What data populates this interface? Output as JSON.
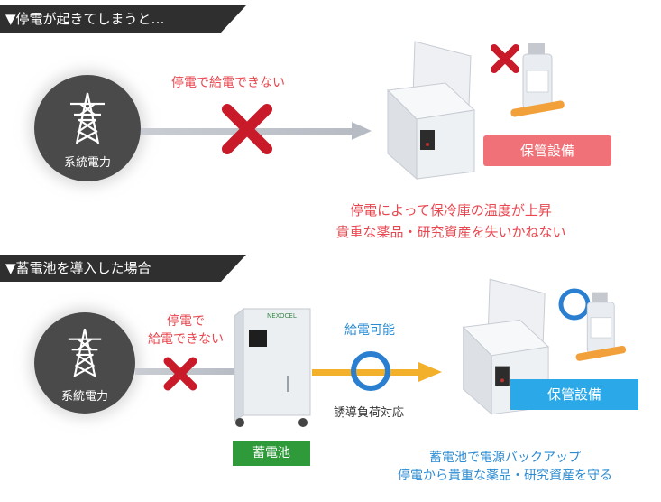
{
  "scenario1": {
    "header": "▼停電が起きてしまうと…",
    "grid_label": "系統電力",
    "no_supply": "停電で給電できない",
    "storage_badge": "保管設備",
    "caption_line1": "停電によって保冷庫の温度が上昇",
    "caption_line2": "貴重な薬品・研究資産を失いかねない"
  },
  "scenario2": {
    "header": "▼蓄電池を導入した場合",
    "grid_label": "系統電力",
    "no_supply_line1": "停電で",
    "no_supply_line2": "給電できない",
    "battery_brand": "NEXOCEL",
    "battery_label": "蓄電池",
    "supply_ok": "給電可能",
    "inductive_load": "誘導負荷対応",
    "storage_badge": "保管設備",
    "caption_line1": "蓄電池で電源バックアップ",
    "caption_line2": "停電から貴重な薬品・研究資産を守る"
  },
  "colors": {
    "header_bg": "#2f2f2f",
    "red_text": "#e8474f",
    "blue_text": "#2a8bd1",
    "red_badge": "#f07278",
    "blue_badge": "#2ba8e8",
    "green_badge": "#2e9a3a",
    "cross_red": "#c81a28",
    "arrow_orange": "#f3b02a"
  },
  "icons": [
    "transmission-tower-icon",
    "cross-icon",
    "freezer-icon",
    "medicine-bottle-icon",
    "ring-icon",
    "battery-unit-icon"
  ]
}
